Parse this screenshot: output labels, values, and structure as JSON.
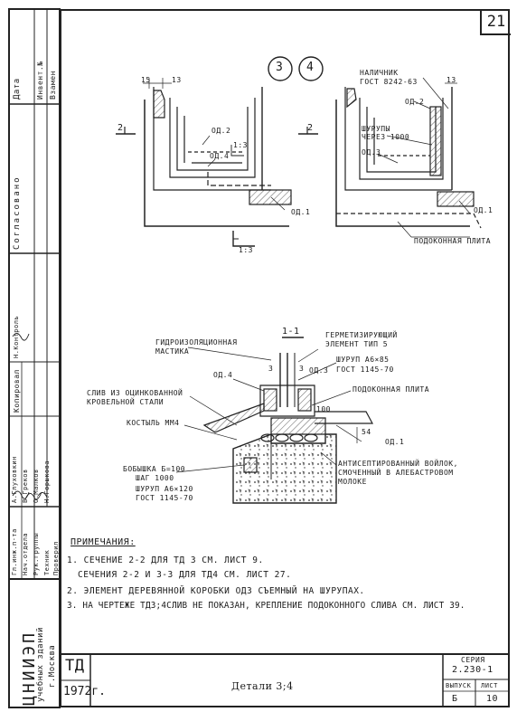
{
  "sheet": {
    "number": "21"
  },
  "side_stamp": {
    "org_main": "ЦНИИЭП",
    "org_sub": "учебных зданий",
    "org_city": "г.Москва",
    "fields_left": [
      "Гл.инж.п-та",
      "Нач.отдела",
      "Рук.группы",
      "Техник",
      "Проверил"
    ],
    "names": [
      "А.Глуховкин",
      "В.Греков",
      "О.Малков",
      "Н.Горшкова"
    ],
    "col_copy": "Копировал",
    "col_agreed": "Согласовано",
    "col_date": "Дата",
    "col_inv": "Инвент.№",
    "col_replace": "Взамен",
    "col_note": "Н.Контроль"
  },
  "callouts": {
    "circle_left": "3",
    "circle_right": "4"
  },
  "top_left": {
    "dim_15": "15",
    "dim_13": "13",
    "od2": "ОД.2",
    "od4": "ОД.4",
    "slope": "1:3",
    "cut2": "2",
    "od1": "ОД.1",
    "slope_bottom": "1:3"
  },
  "top_right": {
    "nalichnik": "НАЛИЧНИК",
    "gost_nal": "ГОСТ 8242-63",
    "dim_13": "13",
    "od2": "ОД.2",
    "shurupy": "ШУРУПЫ",
    "cherez": "ЧЕРЕЗ 1000",
    "od3": "ОД.3",
    "cut2": "2",
    "od1": "ОД.1",
    "plita": "ПОДОКОННАЯ ПЛИТА"
  },
  "section": {
    "title": "1-1",
    "hydro": "ГИДРОИЗОЛЯЦИОННАЯ",
    "mastika": "МАСТИКА",
    "germ": "ГЕРМЕТИЗИРУЮЩИЙ",
    "germ2": "ЭЛЕМЕНТ ТИП 5",
    "shurup1": "ШУРУП А6×85",
    "gost1": "ГОСТ 1145-70",
    "od4": "ОД.4",
    "dim3a": "3",
    "dim3b": "3",
    "od3": "ОД.3",
    "sliv1": "СЛИВ ИЗ ОЦИНКОВАННОЙ",
    "sliv2": "КРОВЕЛЬНОЙ СТАЛИ",
    "plita": "ПОДОКОННАЯ ПЛИТА",
    "dim100": "100",
    "kostyl": "КОСТЫЛЬ ММ4",
    "dim54": "54",
    "od1": "ОД.1",
    "bob1": "БОБЫШКА Б=100",
    "bob2": "ШАГ 1000",
    "shurup2": "ШУРУП А6×120",
    "gost2": "ГОСТ 1145-70",
    "antisept1": "АНТИСЕПТИРОВАННЫЙ ВОЙЛОК,",
    "antisept2": "СМОЧЕННЫЙ В АЛЕБАСТРОВОМ",
    "antisept3": "МОЛОКЕ"
  },
  "notes": {
    "header": "ПРИМЕЧАНИЯ:",
    "n1a": "1. СЕЧЕНИЕ 2-2 ДЛЯ ТД 3   СМ. ЛИСТ 9.",
    "n1b": "СЕЧЕНИЯ 2-2 И 3-3 ДЛЯ ТД4  СМ. ЛИСТ 27.",
    "n2": "2. ЭЛЕМЕНТ ДЕРЕВЯННОЙ КОРОБКИ ОД3 СЪЕМНЫЙ НА ШУРУПАХ.",
    "n3": "3. НА ЧЕРТЕЖЕ ТД3;4СЛИВ НЕ ПОКАЗАН, КРЕПЛЕНИЕ ПОДОКОННОГО СЛИВА СМ. ЛИСТ 39."
  },
  "title_block": {
    "code": "ТД",
    "year": "1972г.",
    "title": "Детали  3;4",
    "series_label": "СЕРИЯ",
    "series": "2.230-1",
    "issue_label": "ВЫПУСК",
    "issue": "Б",
    "sheet_label": "ЛИСТ",
    "sheet": "10"
  }
}
